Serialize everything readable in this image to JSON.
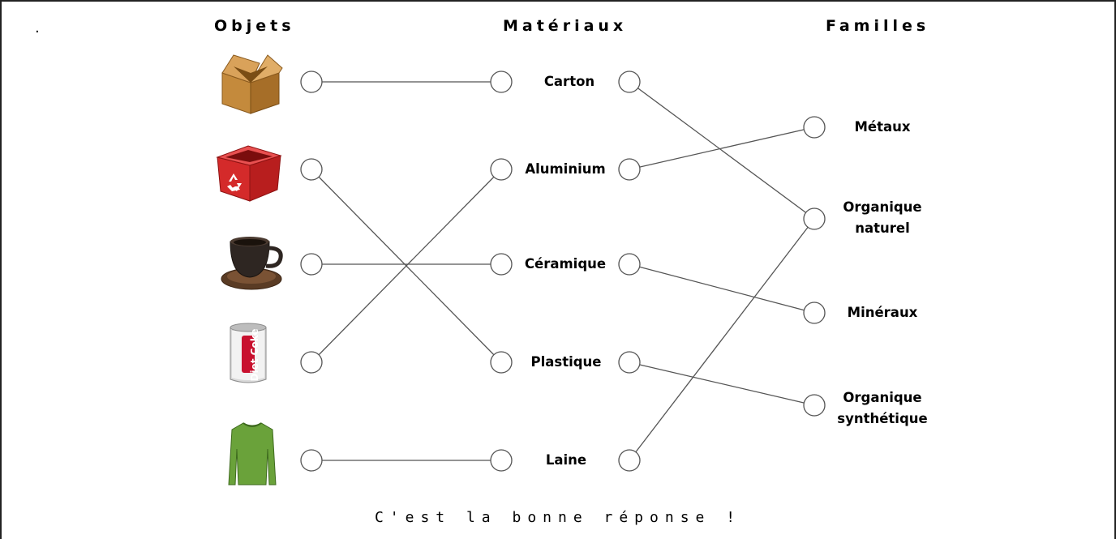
{
  "columns": {
    "objects": "Objets",
    "materials": "Matériaux",
    "families": "Familles"
  },
  "marker": ".",
  "objects": [
    {
      "icon": "cardboard-box-icon"
    },
    {
      "icon": "red-recycle-crate-icon"
    },
    {
      "icon": "coffee-cup-icon"
    },
    {
      "icon": "soda-can-icon",
      "can_text": "Diet Coke"
    },
    {
      "icon": "green-sweater-icon"
    }
  ],
  "materials": [
    "Carton",
    "Aluminium",
    "Céramique",
    "Plastique",
    "Laine"
  ],
  "families": [
    {
      "line1": "Métaux",
      "line2": ""
    },
    {
      "line1": "Organique",
      "line2": "naturel"
    },
    {
      "line1": "Minéraux",
      "line2": ""
    },
    {
      "line1": "Organique",
      "line2": "synthétique"
    }
  ],
  "feedback": "C'est la bonne réponse !",
  "colors": {
    "line": "#555555",
    "text": "#000000",
    "background": "#ffffff"
  }
}
